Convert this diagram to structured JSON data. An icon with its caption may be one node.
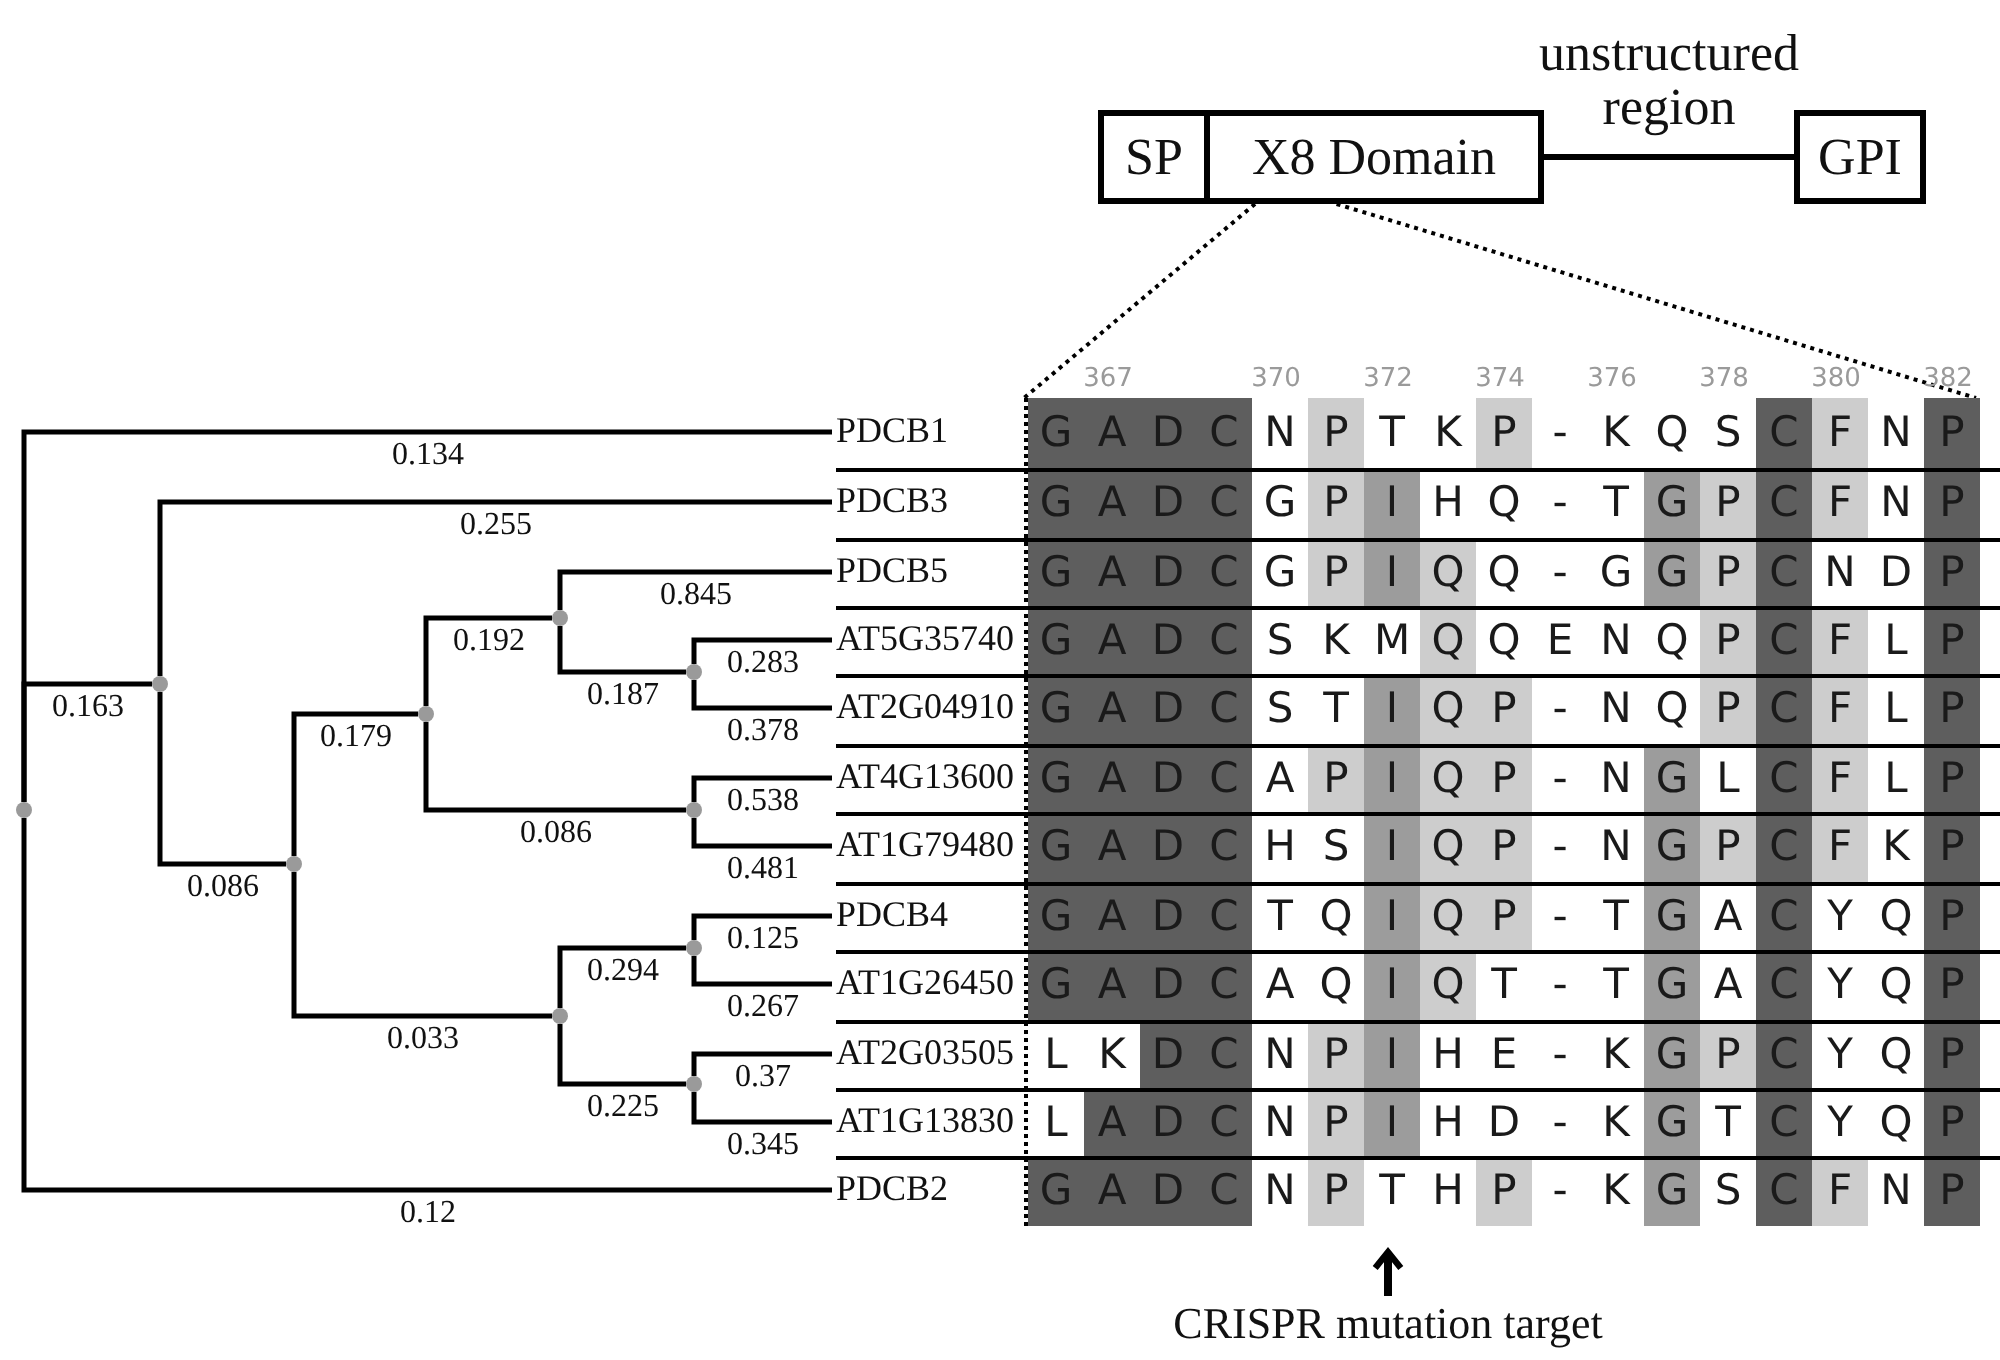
{
  "diagram": {
    "nodes": [
      {
        "text": [
          "SP"
        ]
      },
      {
        "text": [
          "X8 Domain"
        ]
      },
      {
        "text": [
          "GPI"
        ]
      },
      {
        "text": [
          "PDCB1"
        ]
      },
      {
        "text": [
          "PDCB3"
        ]
      },
      {
        "text": [
          "PDCB5"
        ]
      },
      {
        "text": [
          "AT5G35740"
        ]
      },
      {
        "text": [
          "AT2G04910"
        ]
      },
      {
        "text": [
          "AT4G13600"
        ]
      },
      {
        "text": [
          "AT1G79480"
        ]
      },
      {
        "text": [
          "PDCB4"
        ]
      },
      {
        "text": [
          "AT1G26450"
        ]
      },
      {
        "text": [
          "AT2G03505"
        ]
      },
      {
        "text": [
          "AT1G13830"
        ]
      },
      {
        "text": [
          "PDCB2"
        ]
      },
      {
        "text": [],
        "shape": "circle"
      },
      {
        "text": [],
        "shape": "circle"
      },
      {
        "text": [],
        "shape": "circle"
      },
      {
        "text": [],
        "shape": "circle"
      },
      {
        "text": [],
        "shape": "circle"
      },
      {
        "text": [],
        "shape": "circle"
      },
      {
        "text": [],
        "shape": "circle"
      },
      {
        "text": [],
        "shape": "circle"
      },
      {
        "text": [],
        "shape": "circle"
      },
      {
        "text": [],
        "shape": "circle"
      },
      {
        "text": [
          "CRISPR mutation target"
        ]
      },
      {
        "text": [],
        "shape": "box",
        "beside": [
          "367",
          "370",
          "372",
          "374",
          "376",
          "378",
          "380",
          "382"
        ]
      }
    ],
    "edges": [
      {
        "from": 1,
        "to": 2,
        "arrow": "none",
        "label": "unstructured region"
      },
      {
        "from": 15,
        "to": 3,
        "arrow": "none",
        "label": "0.134"
      },
      {
        "from": 15,
        "to": 16,
        "arrow": "none",
        "label": "0.163"
      },
      {
        "from": 15,
        "to": 14,
        "arrow": "none",
        "label": "0.12"
      },
      {
        "from": 16,
        "to": 4,
        "arrow": "none",
        "label": "0.255"
      },
      {
        "from": 16,
        "to": 17,
        "arrow": "none",
        "label": "0.086"
      },
      {
        "from": 17,
        "to": 18,
        "arrow": "none",
        "label": "0.179"
      },
      {
        "from": 17,
        "to": 22,
        "arrow": "none",
        "label": "0.033"
      },
      {
        "from": 18,
        "to": 19,
        "arrow": "none",
        "label": "0.192"
      },
      {
        "from": 18,
        "to": 21,
        "arrow": "none",
        "label": "0.086"
      },
      {
        "from": 19,
        "to": 5,
        "arrow": "none",
        "label": "0.845"
      },
      {
        "from": 19,
        "to": 20,
        "arrow": "none",
        "label": "0.187"
      },
      {
        "from": 20,
        "to": 6,
        "arrow": "none",
        "label": "0.283"
      },
      {
        "from": 20,
        "to": 7,
        "arrow": "none",
        "label": "0.378"
      },
      {
        "from": 21,
        "to": 8,
        "arrow": "none",
        "label": "0.538"
      },
      {
        "from": 21,
        "to": 9,
        "arrow": "none",
        "label": "0.481"
      },
      {
        "from": 22,
        "to": 23,
        "arrow": "none",
        "label": "0.294"
      },
      {
        "from": 22,
        "to": 24,
        "arrow": "none",
        "label": "0.225"
      },
      {
        "from": 23,
        "to": 10,
        "arrow": "none",
        "label": "0.125"
      },
      {
        "from": 23,
        "to": 11,
        "arrow": "none",
        "label": "0.267"
      },
      {
        "from": 24,
        "to": 12,
        "arrow": "none",
        "label": "0.37"
      },
      {
        "from": 24,
        "to": 13,
        "arrow": "none",
        "label": "0.345"
      },
      {
        "from": 25,
        "to": null,
        "arrow": "to"
      },
      {
        "from": 1,
        "to": 26,
        "arrow": "none",
        "style": "dashed"
      },
      {
        "from": 1,
        "to": 26,
        "arrow": "none",
        "style": "dashed"
      }
    ],
    "labels": [
      "G",
      "A",
      "D",
      "C",
      "N",
      "P",
      "T",
      "K",
      "P",
      "-",
      "K",
      "Q",
      "S",
      "C",
      "F",
      "N",
      "P",
      "G",
      "A",
      "D",
      "C",
      "G",
      "P",
      "I",
      "H",
      "Q",
      "-",
      "T",
      "G",
      "P",
      "C",
      "F",
      "N",
      "P",
      "G",
      "A",
      "D",
      "C",
      "G",
      "P",
      "I",
      "Q",
      "Q",
      "-",
      "G",
      "G",
      "P",
      "C",
      "N",
      "D",
      "P",
      "G",
      "A",
      "D",
      "C",
      "S",
      "K",
      "M",
      "Q",
      "Q",
      "E",
      "N",
      "Q",
      "P",
      "C",
      "F",
      "L",
      "P",
      "G",
      "A",
      "D",
      "C",
      "S",
      "T",
      "I",
      "Q",
      "P",
      "-",
      "N",
      "Q",
      "P",
      "C",
      "F",
      "L",
      "P",
      "G",
      "A",
      "D",
      "C",
      "A",
      "P",
      "I",
      "Q",
      "P",
      "-",
      "N",
      "G",
      "L",
      "C",
      "F",
      "L",
      "P",
      "G",
      "A",
      "D",
      "C",
      "H",
      "S",
      "I",
      "Q",
      "P",
      "-",
      "N",
      "G",
      "P",
      "C",
      "F",
      "K",
      "P",
      "G",
      "A",
      "D",
      "C",
      "T",
      "Q",
      "I",
      "Q",
      "P",
      "-",
      "T",
      "G",
      "A",
      "C",
      "Y",
      "Q",
      "P",
      "G",
      "A",
      "D",
      "C",
      "A",
      "Q",
      "I",
      "Q",
      "T",
      "-",
      "T",
      "G",
      "A",
      "C",
      "Y",
      "Q",
      "P",
      "L",
      "K",
      "D",
      "C",
      "N",
      "P",
      "I",
      "H",
      "E",
      "-",
      "K",
      "G",
      "P",
      "C",
      "Y",
      "Q",
      "P",
      "L",
      "A",
      "D",
      "C",
      "N",
      "P",
      "I",
      "H",
      "D",
      "-",
      "K",
      "G",
      "T",
      "C",
      "Y",
      "Q",
      "P",
      "G",
      "A",
      "D",
      "C",
      "N",
      "P",
      "T",
      "H",
      "P",
      "-",
      "K",
      "G",
      "S",
      "C",
      "F",
      "N",
      "P"
    ]
  }
}
